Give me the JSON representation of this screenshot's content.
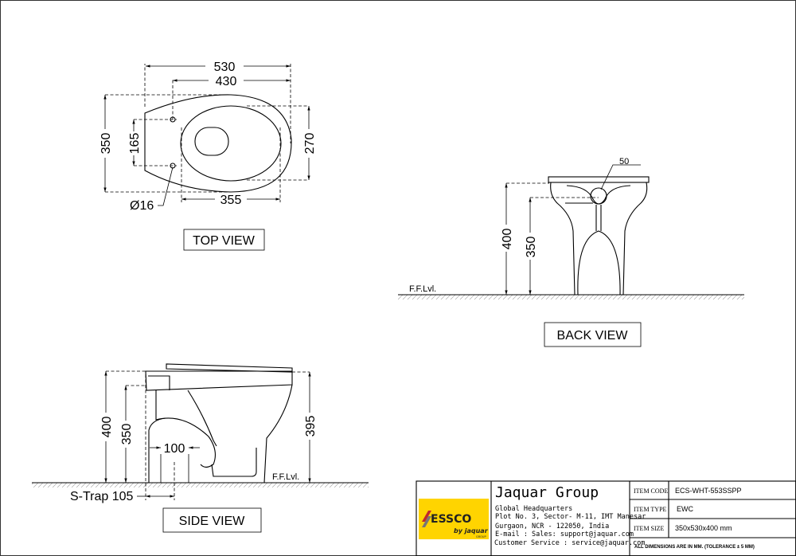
{
  "top_view": {
    "title": "TOP VIEW",
    "dims": {
      "overall_length": "530",
      "length_430": "430",
      "width": "350",
      "hole_spacing": "165",
      "bowl_width": "270",
      "bowl_length": "355",
      "hole_dia": "Ø16"
    }
  },
  "back_view": {
    "title": "BACK VIEW",
    "dims": {
      "height": "400",
      "outlet_height": "350",
      "outlet_dia": "50"
    },
    "floor_label": "F.F.Lvl."
  },
  "side_view": {
    "title": "SIDE VIEW",
    "dims": {
      "height": "400",
      "height_350": "350",
      "front_height": "395",
      "outlet_width": "100",
      "trap": "S-Trap 105"
    },
    "floor_label": "F.F.Lvl."
  },
  "title_block": {
    "logo_text": "ESSCO",
    "logo_sub": "by jaquar",
    "logo_group": "GROUP",
    "company": "Jaquar Group",
    "address": [
      "Global Headquarters",
      "Plot No. 3, Sector- M-11, IMT Manesar",
      "Gurgaon, NCR - 122050, India",
      "E-mail : Sales: support@jaquar.com",
      "Customer Service : service@jaquar.com"
    ],
    "item_code_label": "ITEM CODE",
    "item_code": "ECS-WHT-553SSPP",
    "item_type_label": "ITEM TYPE",
    "item_type": "EWC",
    "item_size_label": "ITEM SIZE",
    "item_size": "350x530x400 mm",
    "note": "ALL DIMENSIONS ARE IN MM. (TOLERANCE ± 5 MM)",
    "logo_color": "#FFD400"
  }
}
